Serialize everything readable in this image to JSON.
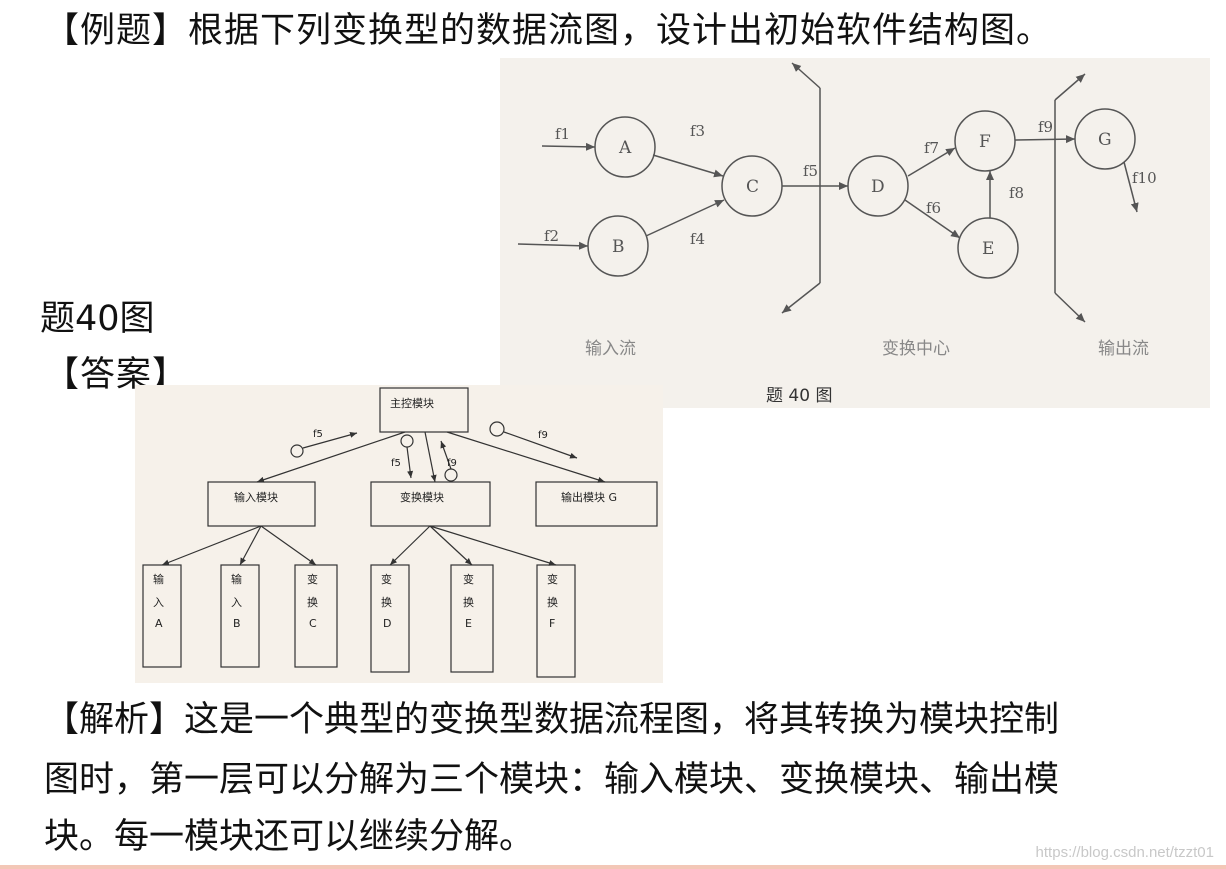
{
  "question": "【例题】根据下列变换型的数据流图，设计出初始软件结构图。",
  "figure_label_left": "题40图",
  "answer_heading": "【答案】",
  "dfd": {
    "nodes": {
      "A": "A",
      "B": "B",
      "C": "C",
      "D": "D",
      "E": "E",
      "F": "F",
      "G": "G"
    },
    "flows": {
      "f1": "f1",
      "f2": "f2",
      "f3": "f3",
      "f4": "f4",
      "f5": "f5",
      "f6": "f6",
      "f7": "f7",
      "f8": "f8",
      "f9": "f9",
      "f10": "f10"
    },
    "regions": {
      "input": "输入流",
      "center": "变换中心",
      "output": "输出流"
    },
    "caption": "题 40 图"
  },
  "mcs": {
    "main": "主控模块",
    "input": "输入模块",
    "transform": "变换模块",
    "output": "输出模块 G",
    "flows": {
      "f5a": "f5",
      "f5b": "f5",
      "f9a": "f9",
      "f9b": "f9"
    },
    "leaves": [
      {
        "l1": "输",
        "l2": "入",
        "l3": "A"
      },
      {
        "l1": "输",
        "l2": "入",
        "l3": "B"
      },
      {
        "l1": "变",
        "l2": "换",
        "l3": "C"
      },
      {
        "l1": "变",
        "l2": "换",
        "l3": "D"
      },
      {
        "l1": "变",
        "l2": "换",
        "l3": "E"
      },
      {
        "l1": "变",
        "l2": "换",
        "l3": "F"
      }
    ]
  },
  "analysis": [
    "【解析】这是一个典型的变换型数据流程图，将其转换为模块控制",
    "图时，第一层可以分解为三个模块：输入模块、变换模块、输出模",
    "块。每一模块还可以继续分解。"
  ],
  "watermark": "https://blog.csdn.net/tzzt01"
}
